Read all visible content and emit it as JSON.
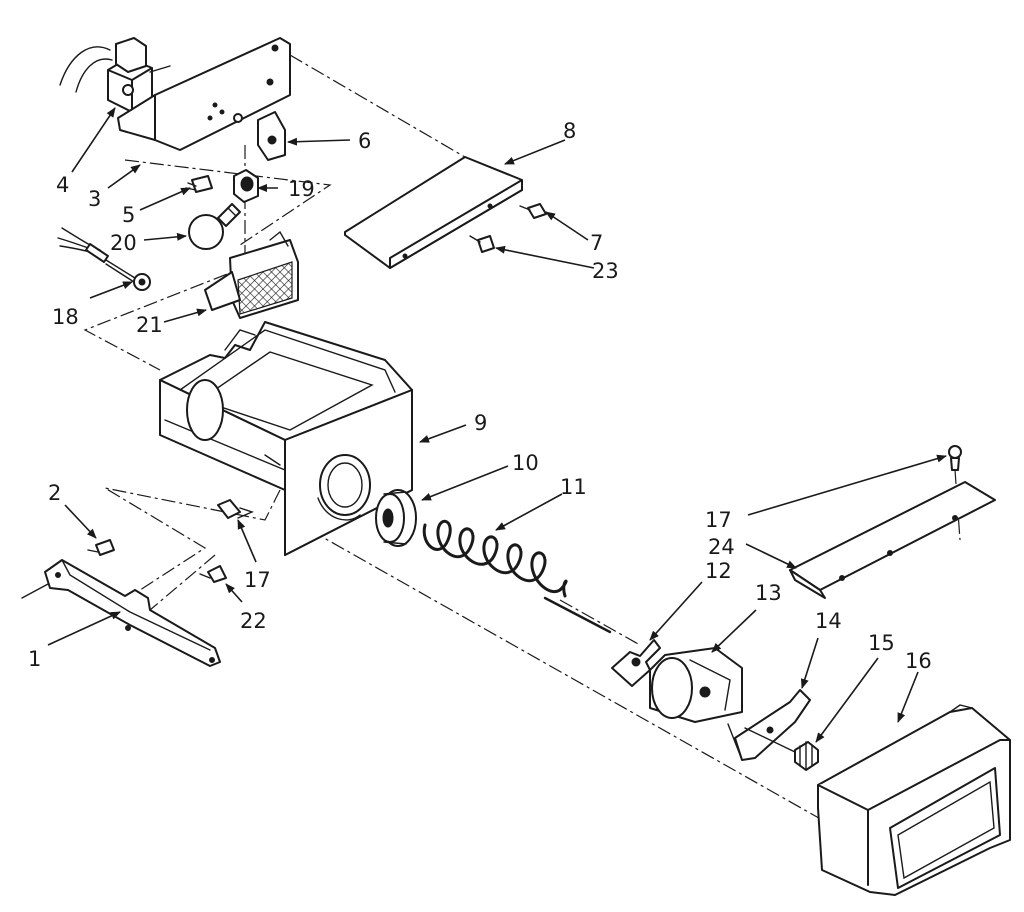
{
  "diagram": {
    "callouts": [
      {
        "id": "c1",
        "label": "1"
      },
      {
        "id": "c2",
        "label": "2"
      },
      {
        "id": "c3",
        "label": "3"
      },
      {
        "id": "c4",
        "label": "4"
      },
      {
        "id": "c5",
        "label": "5"
      },
      {
        "id": "c6",
        "label": "6"
      },
      {
        "id": "c7",
        "label": "7"
      },
      {
        "id": "c8",
        "label": "8"
      },
      {
        "id": "c9",
        "label": "9"
      },
      {
        "id": "c10",
        "label": "10"
      },
      {
        "id": "c11",
        "label": "11"
      },
      {
        "id": "c12",
        "label": "12"
      },
      {
        "id": "c13",
        "label": "13"
      },
      {
        "id": "c14",
        "label": "14"
      },
      {
        "id": "c15",
        "label": "15"
      },
      {
        "id": "c16",
        "label": "16"
      },
      {
        "id": "c17a",
        "label": "17"
      },
      {
        "id": "c17b",
        "label": "17"
      },
      {
        "id": "c18",
        "label": "18"
      },
      {
        "id": "c19",
        "label": "19"
      },
      {
        "id": "c20",
        "label": "20"
      },
      {
        "id": "c21",
        "label": "21"
      },
      {
        "id": "c22",
        "label": "22"
      },
      {
        "id": "c23",
        "label": "23"
      },
      {
        "id": "c24",
        "label": "24"
      }
    ]
  }
}
